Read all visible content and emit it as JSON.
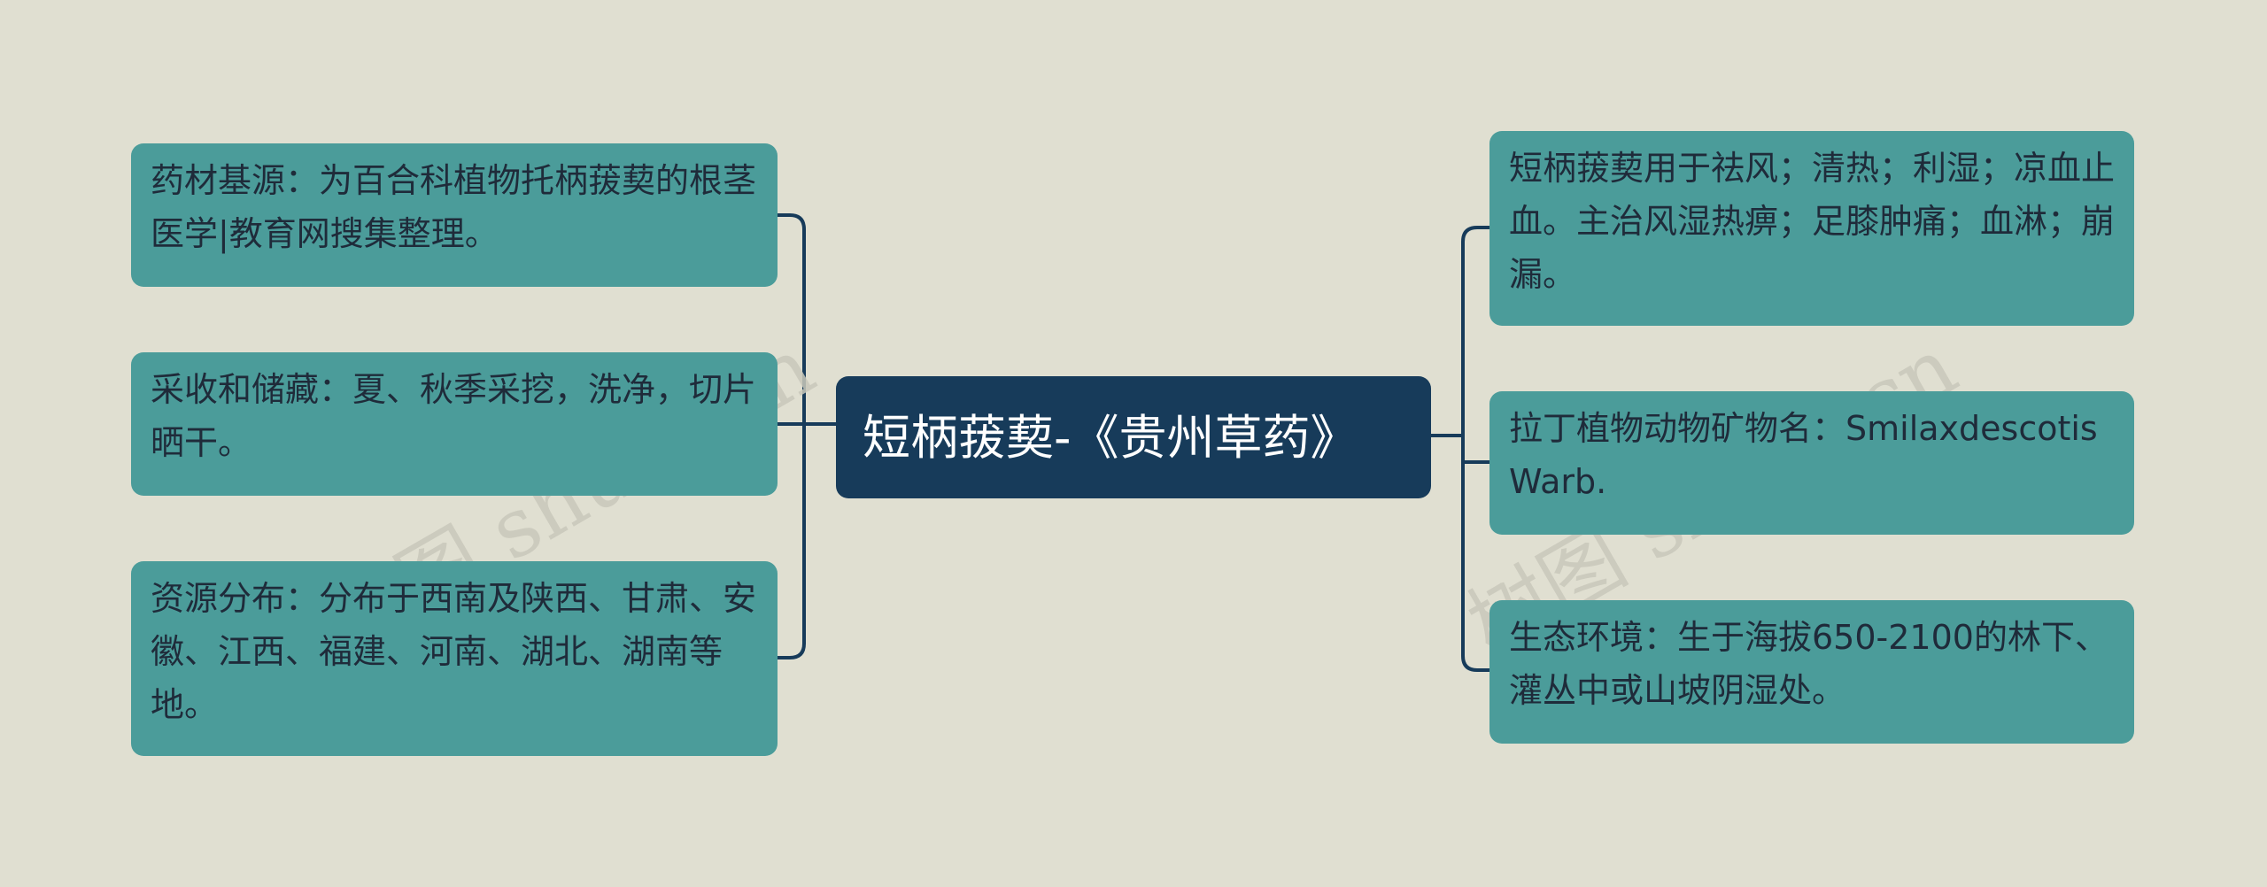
{
  "center": {
    "title": "短柄菝葜-《贵州草药》"
  },
  "left_nodes": [
    {
      "text": "药材基源：为百合科植物托柄菝葜的根茎医学|教育网搜集整理。"
    },
    {
      "text": "采收和储藏：夏、秋季采挖，洗净，切片晒干。"
    },
    {
      "text": "资源分布：分布于西南及陕西、甘肃、安徽、江西、福建、河南、湖北、湖南等地。"
    }
  ],
  "right_nodes": [
    {
      "text": "短柄菝葜用于祛风；清热；利湿；凉血止血。主治风湿热痹；足膝肿痛；血淋；崩漏。"
    },
    {
      "text": "拉丁植物动物矿物名：SmilaxdescotisWarb."
    },
    {
      "text": "生态环境：生于海拔650-2100的林下、灌丛中或山坡阴湿处。"
    }
  ],
  "watermarks": [
    {
      "text": "树图 shutu.cn"
    },
    {
      "text": "树图 shutu.cn"
    }
  ],
  "colors": {
    "background": "#e0dfd1",
    "node": "#4b9c9a",
    "center": "#173b5a",
    "line": "#173b5a"
  }
}
